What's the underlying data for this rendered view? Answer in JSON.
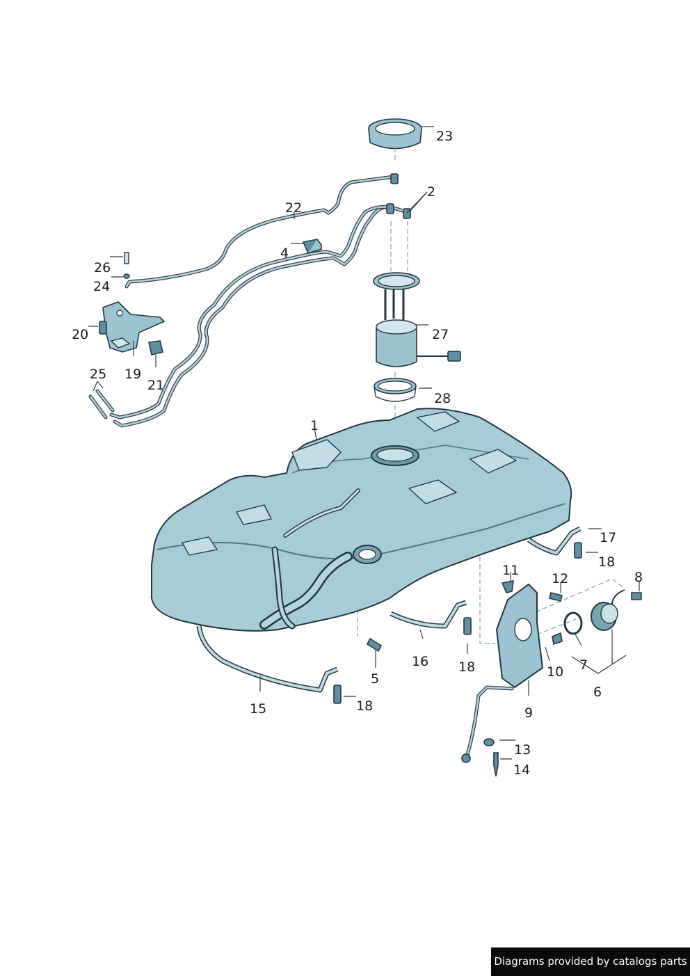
{
  "callouts": [
    {
      "id": "c23",
      "text": "23"
    },
    {
      "id": "c2",
      "text": "2"
    },
    {
      "id": "c22",
      "text": "22"
    },
    {
      "id": "c4",
      "text": "4"
    },
    {
      "id": "c26",
      "text": "26"
    },
    {
      "id": "c24",
      "text": "24"
    },
    {
      "id": "c20",
      "text": "20"
    },
    {
      "id": "c19",
      "text": "19"
    },
    {
      "id": "c21",
      "text": "21"
    },
    {
      "id": "c25",
      "text": "25"
    },
    {
      "id": "c27",
      "text": "27"
    },
    {
      "id": "c28",
      "text": "28"
    },
    {
      "id": "c1",
      "text": "1"
    },
    {
      "id": "c17",
      "text": "17"
    },
    {
      "id": "c18a",
      "text": "18"
    },
    {
      "id": "c11",
      "text": "11"
    },
    {
      "id": "c12",
      "text": "12"
    },
    {
      "id": "c8",
      "text": "8"
    },
    {
      "id": "c5",
      "text": "5"
    },
    {
      "id": "c16",
      "text": "16"
    },
    {
      "id": "c18b",
      "text": "18"
    },
    {
      "id": "c10",
      "text": "10"
    },
    {
      "id": "c7",
      "text": "7"
    },
    {
      "id": "c6",
      "text": "6"
    },
    {
      "id": "c15",
      "text": "15"
    },
    {
      "id": "c18c",
      "text": "18"
    },
    {
      "id": "c9",
      "text": "9"
    },
    {
      "id": "c13",
      "text": "13"
    },
    {
      "id": "c14",
      "text": "14"
    }
  ],
  "footer": {
    "text": "Diagrams provided by catalogs parts"
  }
}
